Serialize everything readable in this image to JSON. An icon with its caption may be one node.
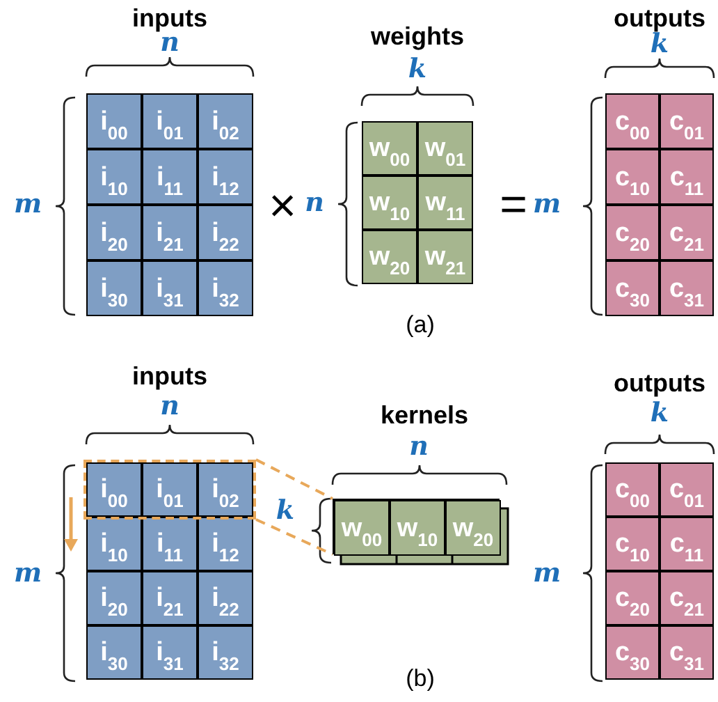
{
  "diagram": {
    "nodes": [
      {
        "text": [
          "i$_{00}$"
        ]
      },
      {
        "text": [
          "i$_{01}$"
        ]
      },
      {
        "text": [
          "i$_{02}$"
        ]
      },
      {
        "text": [
          "i$_{10}$"
        ]
      },
      {
        "text": [
          "i$_{11}$"
        ]
      },
      {
        "text": [
          "i$_{12}$"
        ]
      },
      {
        "text": [
          "i$_{20}$"
        ]
      },
      {
        "text": [
          "i$_{21}$"
        ]
      },
      {
        "text": [
          "i$_{22}$"
        ]
      },
      {
        "text": [
          "i$_{30}$"
        ]
      },
      {
        "text": [
          "i$_{31}$"
        ]
      },
      {
        "text": [
          "i$_{32}$"
        ]
      },
      {
        "text": [
          "w$_{00}$"
        ]
      },
      {
        "text": [
          "w$_{01}$"
        ]
      },
      {
        "text": [
          "w$_{10}$"
        ]
      },
      {
        "text": [
          "w$_{11}$"
        ]
      },
      {
        "text": [
          "w$_{20}$"
        ]
      },
      {
        "text": [
          "w$_{21}$"
        ]
      },
      {
        "text": [
          "c$_{00}$"
        ]
      },
      {
        "text": [
          "c$_{01}$"
        ]
      },
      {
        "text": [
          "c$_{10}$"
        ]
      },
      {
        "text": [
          "c$_{11}$"
        ]
      },
      {
        "text": [
          "c$_{20}$"
        ]
      },
      {
        "text": [
          "c$_{21}$"
        ]
      },
      {
        "text": [
          "c$_{30}$"
        ]
      },
      {
        "text": [
          "c$_{31}$"
        ]
      },
      {
        "text": [],
        "shape": "box"
      },
      {
        "text": [
          "i$_{00}$"
        ],
        "in": 26
      },
      {
        "text": [
          "i$_{01}$"
        ],
        "in": 26
      },
      {
        "text": [
          "i$_{02}$"
        ],
        "in": 26
      },
      {
        "text": [
          "i$_{10}$"
        ]
      },
      {
        "text": [
          "i$_{11}$"
        ]
      },
      {
        "text": [
          "i$_{12}$"
        ]
      },
      {
        "text": [
          "i$_{20}$"
        ]
      },
      {
        "text": [
          "i$_{21}$"
        ]
      },
      {
        "text": [
          "i$_{22}$"
        ]
      },
      {
        "text": [
          "i$_{30}$"
        ]
      },
      {
        "text": [
          "i$_{31}$"
        ]
      },
      {
        "text": [
          "i$_{32}$"
        ]
      },
      {
        "text": [],
        "shape": "box"
      },
      {
        "text": [
          "w$_{00}$"
        ],
        "in": 39
      },
      {
        "text": [
          "w$_{10}$"
        ],
        "in": 39
      },
      {
        "text": [
          "w$_{20}$"
        ],
        "in": 39
      },
      {
        "text": [
          "c$_{00}$"
        ]
      },
      {
        "text": [
          "c$_{01}$"
        ]
      },
      {
        "text": [
          "c$_{10}$"
        ]
      },
      {
        "text": [
          "c$_{11}$"
        ]
      },
      {
        "text": [
          "c$_{20}$"
        ]
      },
      {
        "text": [
          "c$_{21}$"
        ]
      },
      {
        "text": [
          "c$_{30}$"
        ]
      },
      {
        "text": [
          "c$_{31}$"
        ]
      }
    ],
    "edges": [
      {
        "from": 26,
        "to": 39,
        "arrow": "none",
        "style": "dashed",
        "color": "#e8a85a"
      },
      {
        "from": 26,
        "to": 39,
        "arrow": "none",
        "style": "dashed",
        "color": "#e8a85a"
      }
    ],
    "labels": [
      "inputs",
      "n",
      "weights",
      "k",
      "outputs",
      "k",
      "m",
      "×",
      "n",
      "=",
      "m",
      "(a)",
      "inputs",
      "n",
      "kernels",
      "n",
      "outputs",
      "k",
      "m",
      "k",
      "m",
      "(b)"
    ]
  }
}
